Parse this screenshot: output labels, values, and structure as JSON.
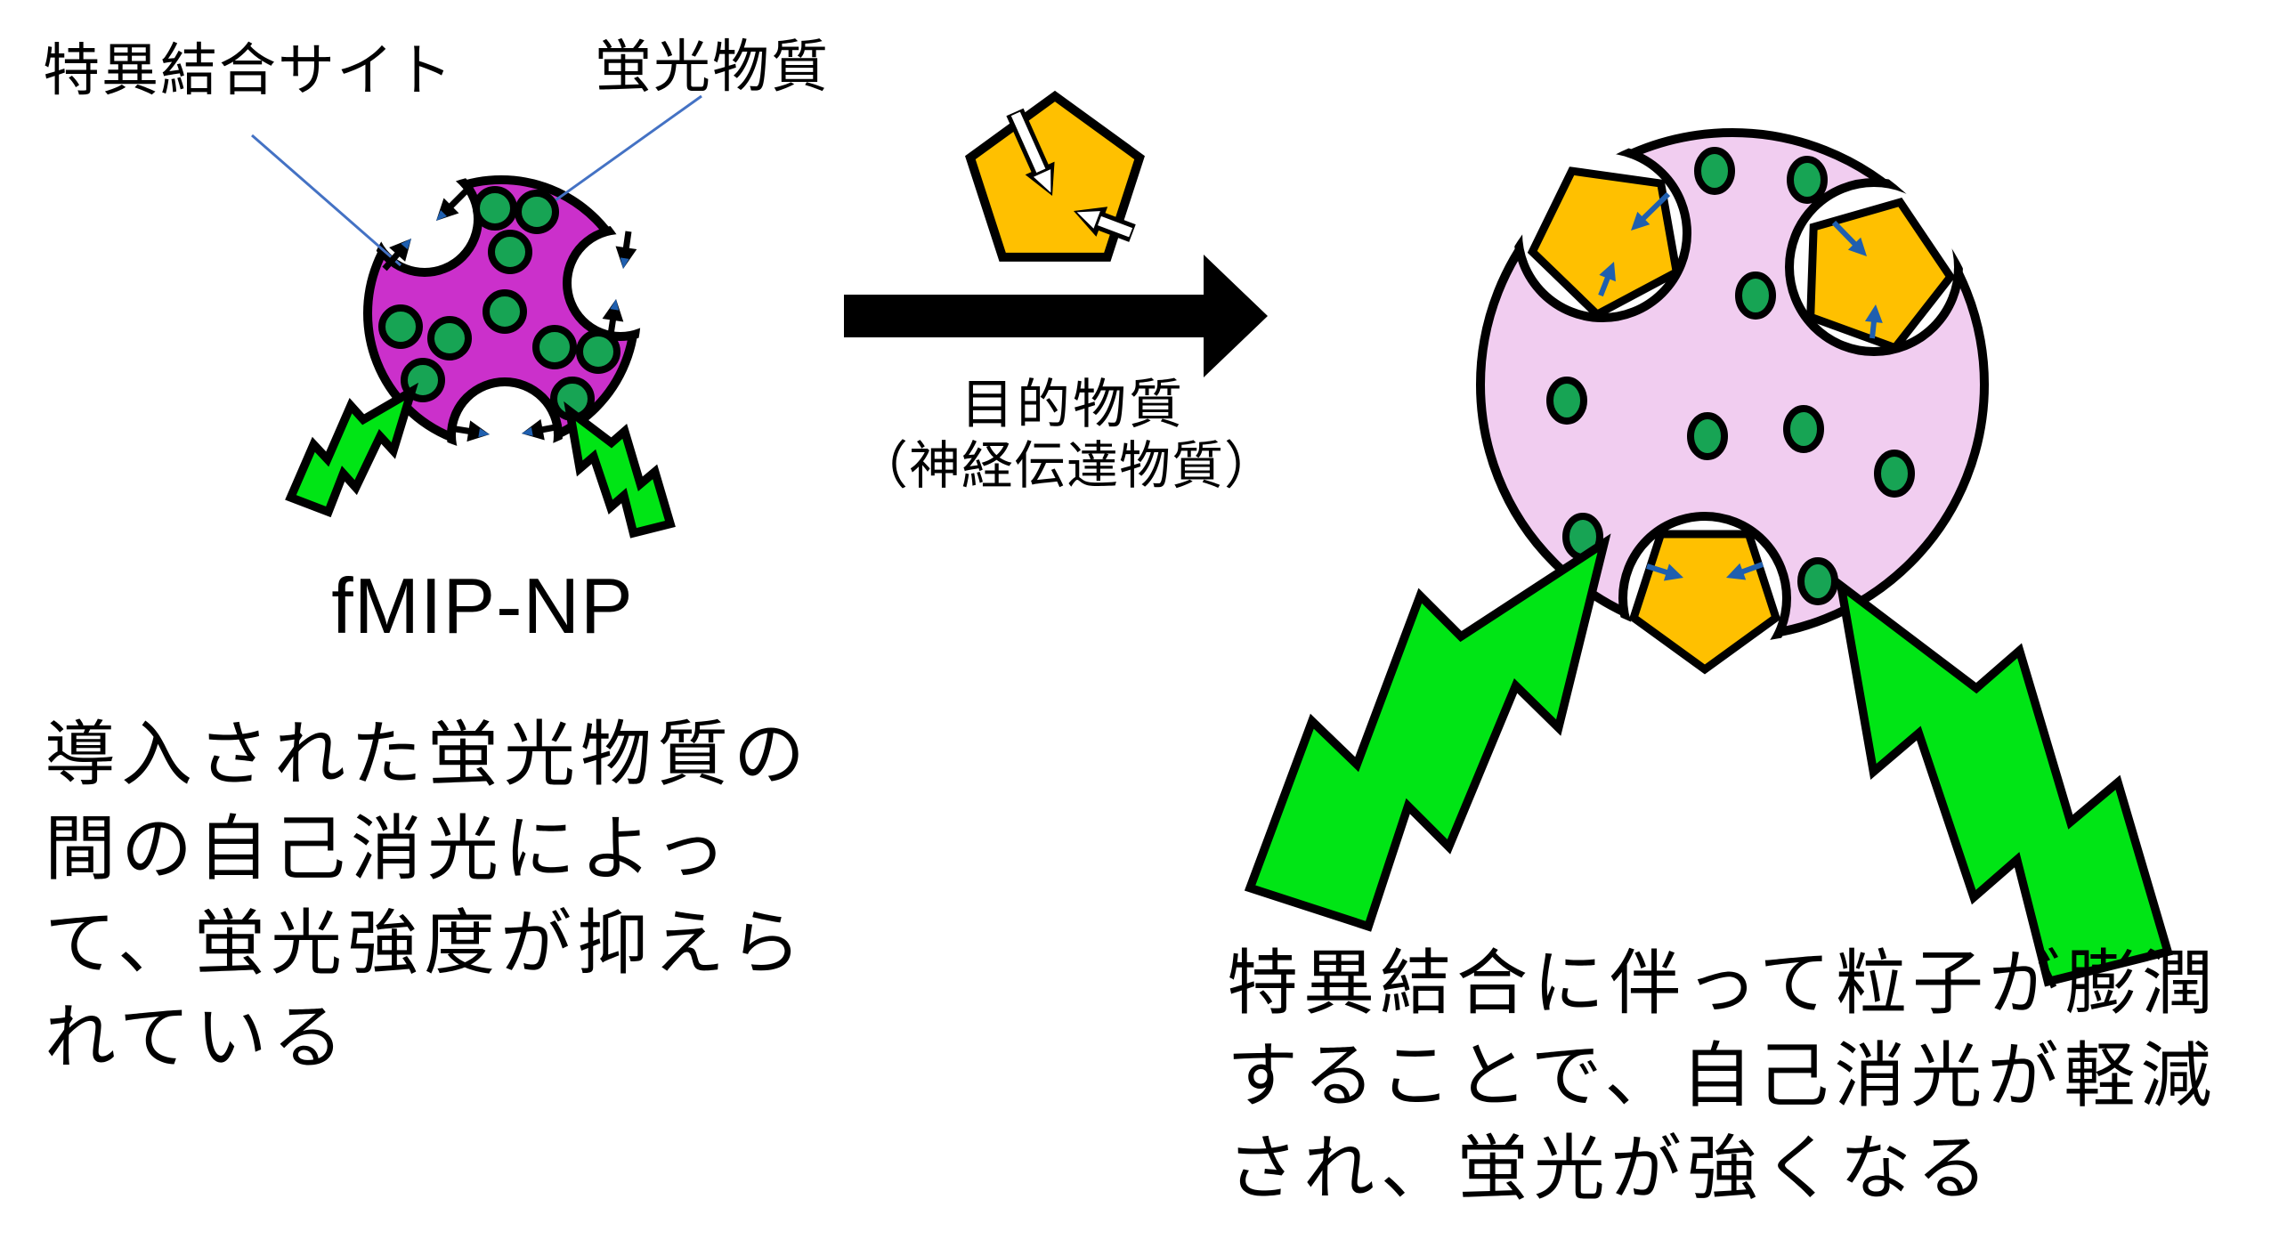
{
  "figure": {
    "left": {
      "binding_site_label": "特異結合サイト",
      "fluorophore_label": "蛍光物質",
      "particle_label": "fMIP-NP",
      "note_lines": [
        "導入された蛍光物質の",
        "間の自己消光によっ",
        "て、蛍光強度が抑えら",
        "れている"
      ]
    },
    "middle": {
      "target_label": "目的物質",
      "target_sublabel": "（神経伝達物質）"
    },
    "right": {
      "note_lines": [
        "特異結合に伴って粒子が膨潤",
        "することで、自己消光が軽減",
        "され、蛍光が強くなる"
      ]
    }
  },
  "colors": {
    "background": "#FFFFFF",
    "text_black": "#000000",
    "outline_black": "#000000",
    "quenched_particle_fill": "#CB30CB",
    "swollen_particle_fill": "#F1CDF0",
    "fluorophore_green": "#17A454",
    "target_pentagon_fill": "#FFC000",
    "fluorescence_bolt_green": "#00E515",
    "callout_blue": "#4472C4",
    "binding_arrow_blue": "#1F5FAF"
  },
  "icons": [
    {
      "name": "fmip-particle-quenched",
      "shape": "magenta-circle-with-crescent-pockets"
    },
    {
      "name": "fmip-particle-swollen",
      "shape": "pink-circle-with-bound-pentagons"
    },
    {
      "name": "fluorophore-dot",
      "shape": "green-dot"
    },
    {
      "name": "target-molecule-pentagon",
      "shape": "orange-pentagon"
    },
    {
      "name": "fluorescence-bolt",
      "shape": "green-lightning-bolt"
    },
    {
      "name": "reaction-arrow",
      "shape": "black-right-block-arrow"
    },
    {
      "name": "callout-line",
      "shape": "thin-blue-line"
    },
    {
      "name": "binding-arrow",
      "shape": "small-blue-arrow"
    }
  ]
}
